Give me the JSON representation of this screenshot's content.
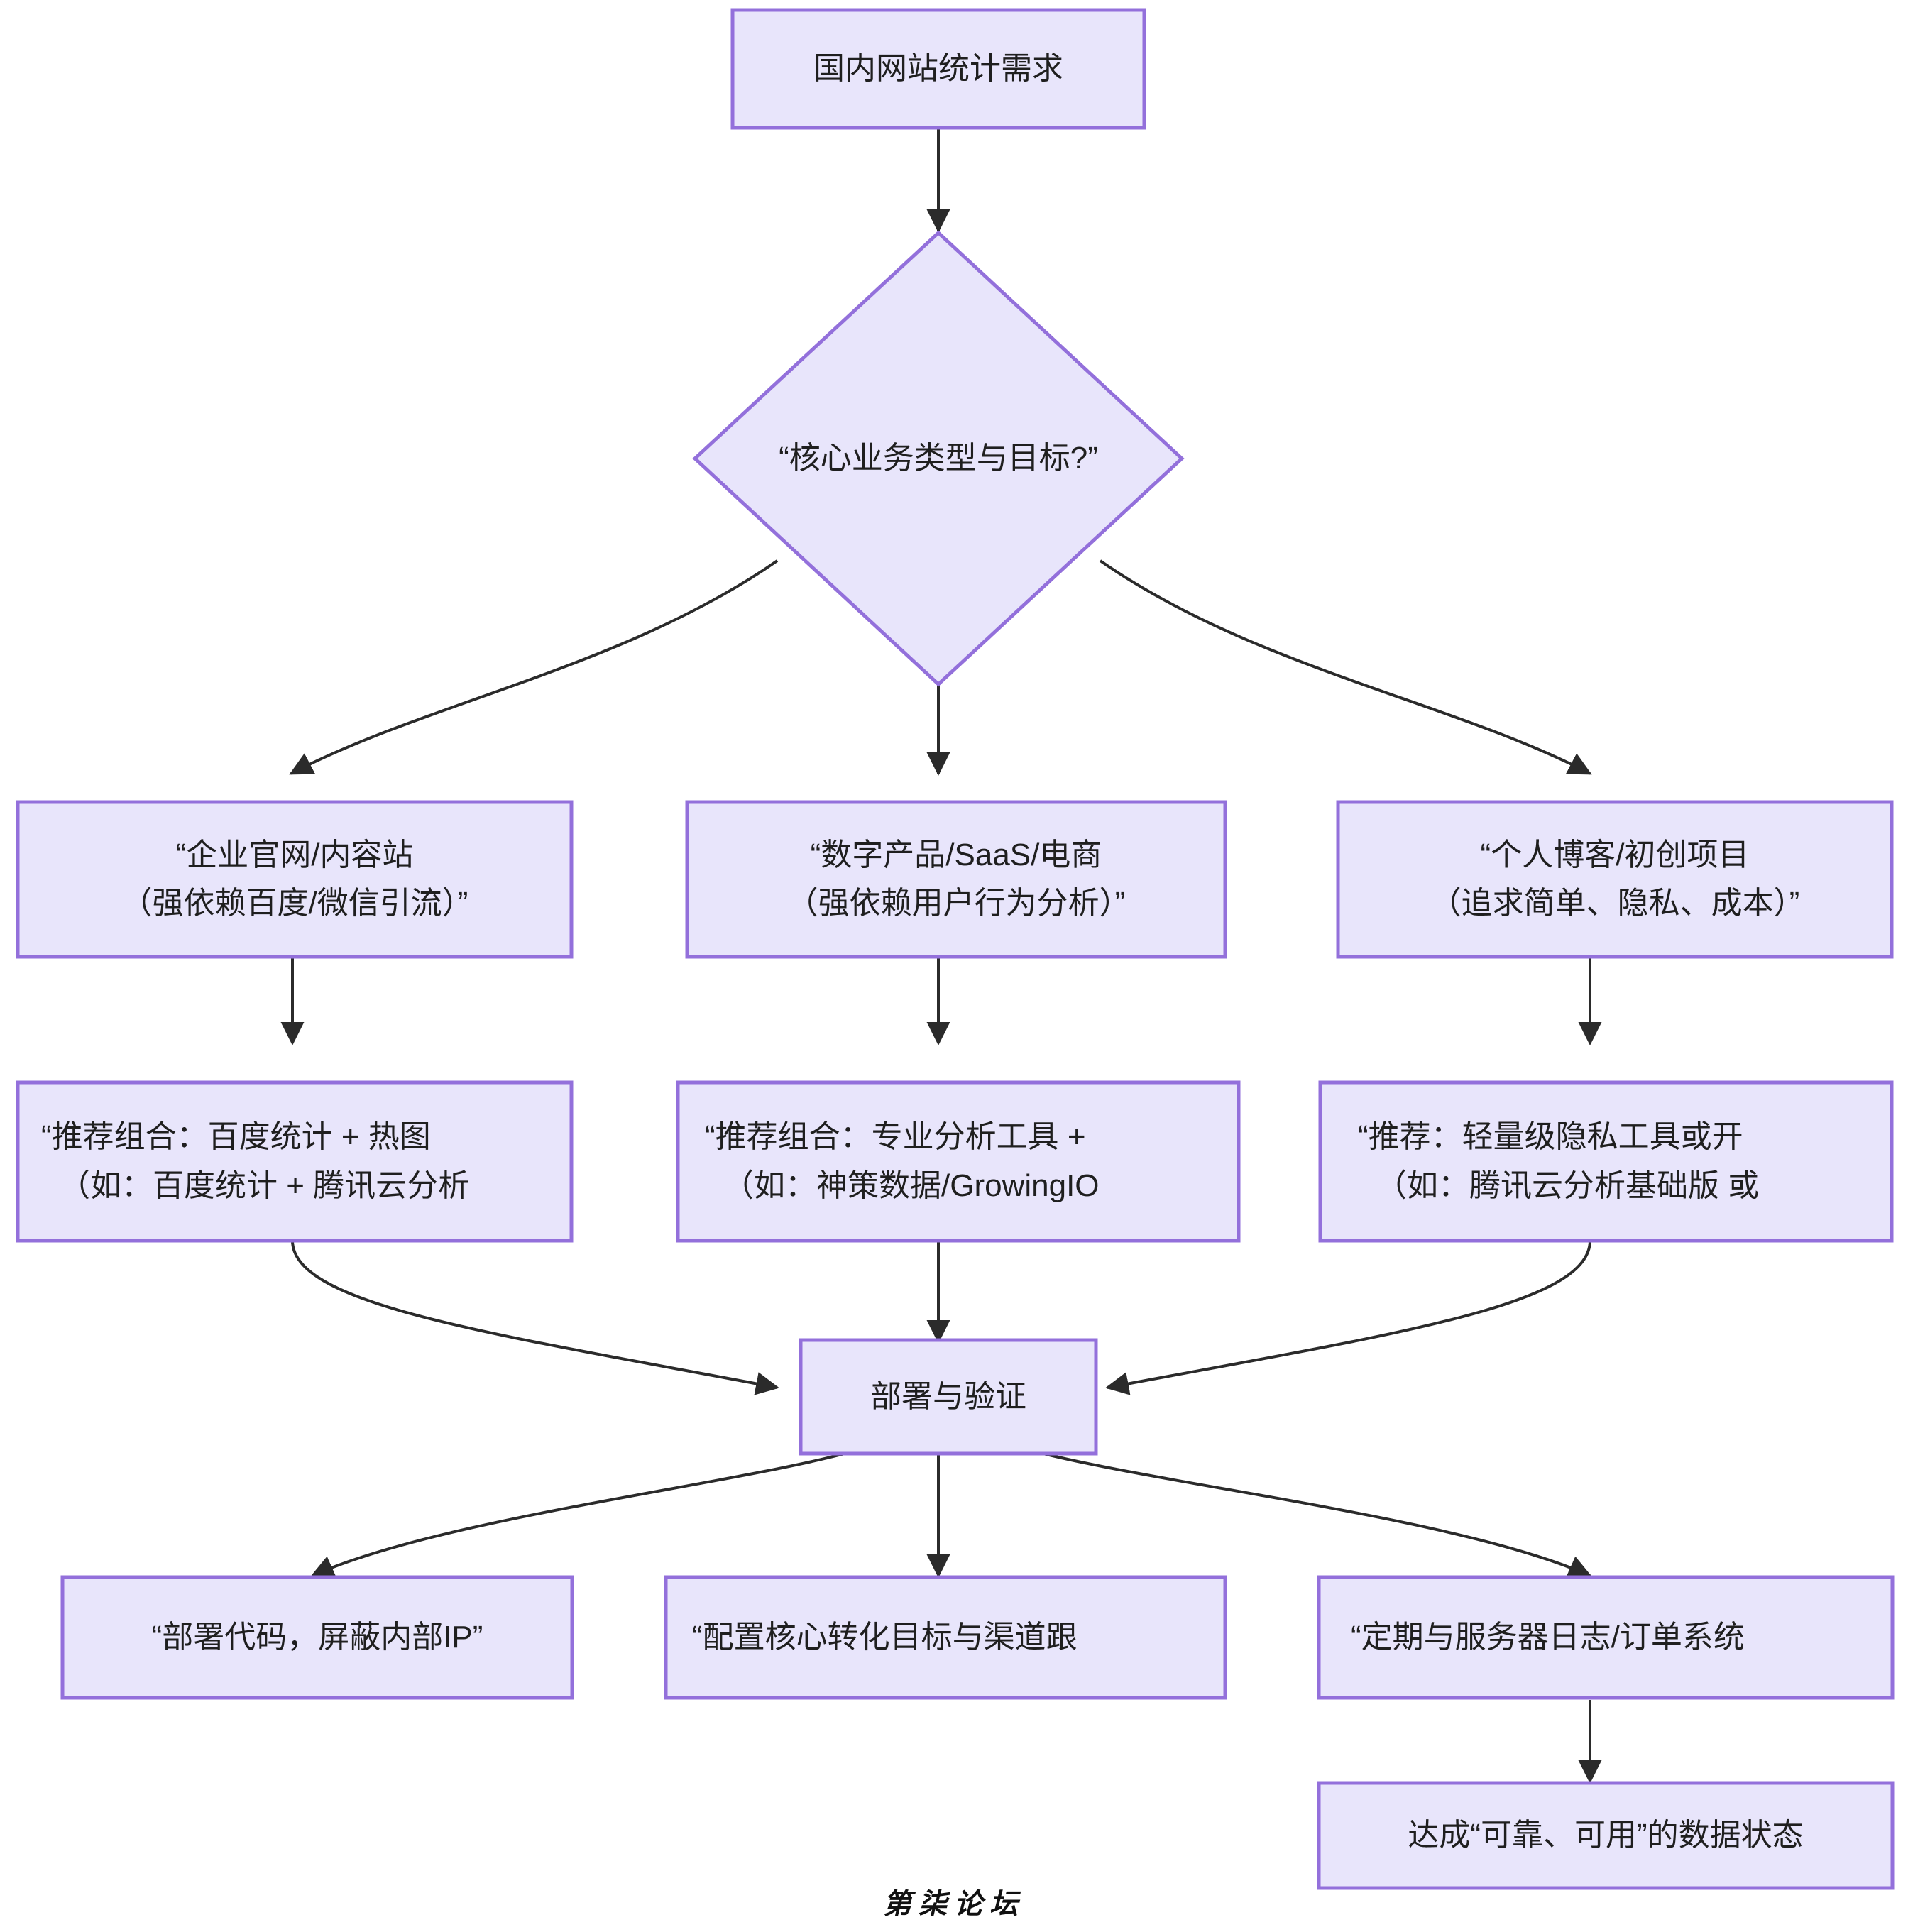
{
  "diagram": {
    "type": "flowchart",
    "direction": "top-down",
    "title_node": "国内网站统计需求",
    "colors": {
      "node_fill": "#e8e5fb",
      "node_border": "#9370db",
      "edge": "#2b2b2b",
      "text": "#1f1f1f",
      "background": "#ffffff"
    },
    "nodes": [
      {
        "id": "start",
        "shape": "rectangle",
        "lines": [
          "国内网站统计需求"
        ]
      },
      {
        "id": "decision",
        "shape": "diamond",
        "lines": [
          "“核心业务类型与目标?”"
        ]
      },
      {
        "id": "branch-a",
        "shape": "rectangle",
        "lines": [
          "“企业官网/内容站",
          "（强依赖百度/微信引流）”"
        ]
      },
      {
        "id": "branch-b",
        "shape": "rectangle",
        "lines": [
          "“数字产品/SaaS/电商",
          "（强依赖用户行为分析）”"
        ]
      },
      {
        "id": "branch-c",
        "shape": "rectangle",
        "lines": [
          "“个人博客/初创项目",
          "（追求简单、隐私、成本）”"
        ]
      },
      {
        "id": "rec-a",
        "shape": "rectangle",
        "lines": [
          "“推荐组合：百度统计 + 热图",
          "（如：百度统计 + 腾讯云分析"
        ]
      },
      {
        "id": "rec-b",
        "shape": "rectangle",
        "lines": [
          "“推荐组合：专业分析工具 +",
          "（如：神策数据/GrowingIO"
        ]
      },
      {
        "id": "rec-c",
        "shape": "rectangle",
        "lines": [
          "“推荐：轻量级隐私工具或开",
          "（如：腾讯云分析基础版 或"
        ]
      },
      {
        "id": "deploy",
        "shape": "rectangle",
        "lines": [
          "部署与验证"
        ]
      },
      {
        "id": "step-a",
        "shape": "rectangle",
        "lines": [
          "“部署代码，屏蔽内部IP”"
        ]
      },
      {
        "id": "step-b",
        "shape": "rectangle",
        "lines": [
          "“配置核心转化目标与渠道跟"
        ]
      },
      {
        "id": "step-c",
        "shape": "rectangle",
        "lines": [
          "“定期与服务器日志/订单系统"
        ]
      },
      {
        "id": "final",
        "shape": "rectangle",
        "lines": [
          "达成“可靠、可用”的数据状态"
        ]
      }
    ],
    "edges": [
      {
        "from": "start",
        "to": "decision"
      },
      {
        "from": "decision",
        "to": "branch-a"
      },
      {
        "from": "decision",
        "to": "branch-b"
      },
      {
        "from": "decision",
        "to": "branch-c"
      },
      {
        "from": "branch-a",
        "to": "rec-a"
      },
      {
        "from": "branch-b",
        "to": "rec-b"
      },
      {
        "from": "branch-c",
        "to": "rec-c"
      },
      {
        "from": "rec-a",
        "to": "deploy"
      },
      {
        "from": "rec-b",
        "to": "deploy"
      },
      {
        "from": "rec-c",
        "to": "deploy"
      },
      {
        "from": "deploy",
        "to": "step-a"
      },
      {
        "from": "deploy",
        "to": "step-b"
      },
      {
        "from": "deploy",
        "to": "step-c"
      },
      {
        "from": "step-c",
        "to": "final"
      }
    ]
  },
  "watermark": {
    "text": "第柒论坛"
  }
}
